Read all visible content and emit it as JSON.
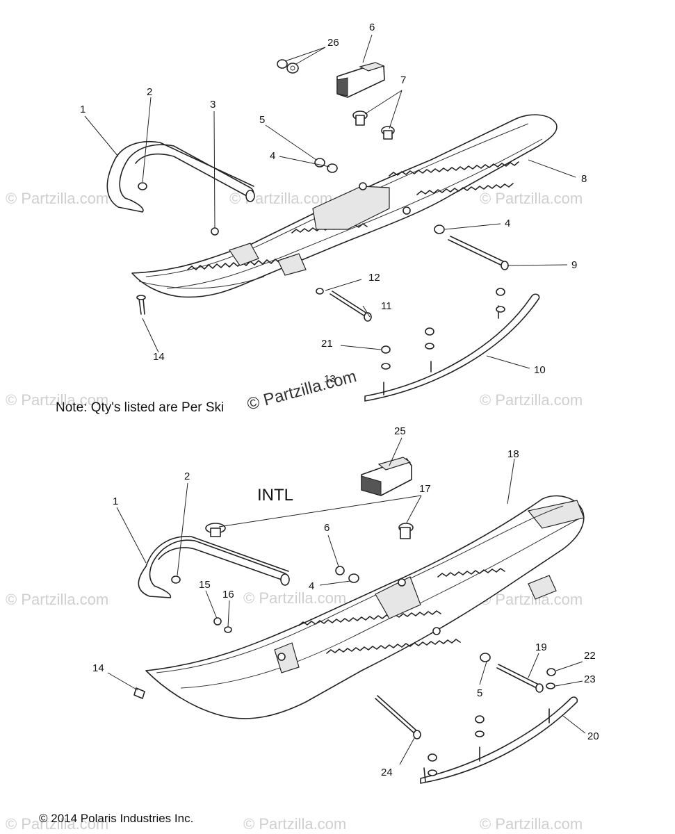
{
  "watermark": "© Partzilla.com",
  "center_watermark": "© Partzilla.com",
  "note": "Note: Qty's listed are Per Ski",
  "intl_label": "INTL",
  "copyright": "© 2014 Polaris Industries Inc.",
  "top_callouts": [
    "26",
    "6",
    "7",
    "2",
    "1",
    "3",
    "5",
    "4",
    "8",
    "4",
    "9",
    "12",
    "11",
    "14",
    "21",
    "10",
    "13"
  ],
  "bottom_callouts": [
    "25",
    "18",
    "17",
    "2",
    "1",
    "6",
    "4",
    "15",
    "16",
    "14",
    "5",
    "19",
    "22",
    "23",
    "20",
    "24"
  ]
}
